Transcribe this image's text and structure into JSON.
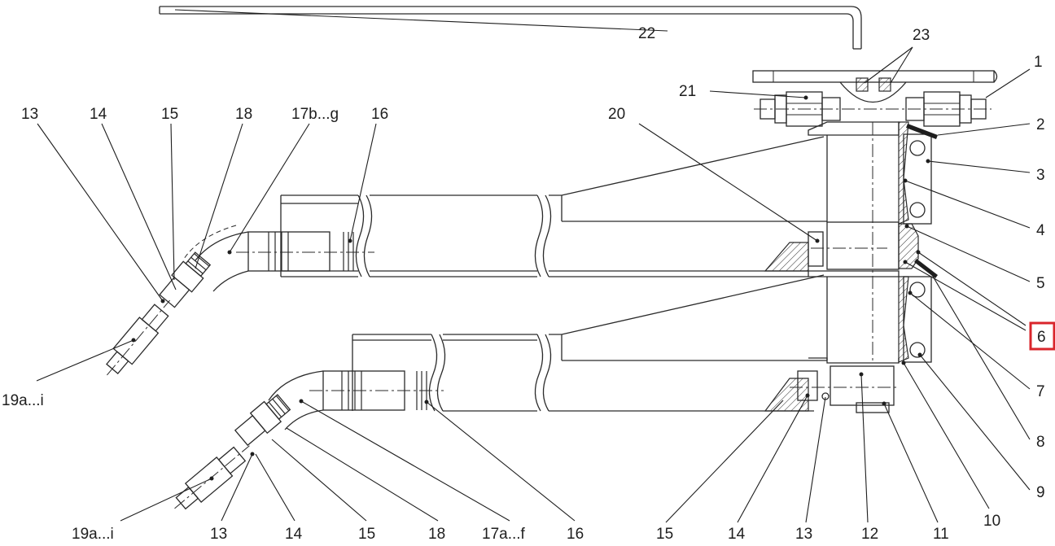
{
  "labels": {
    "n1": "1",
    "n2": "2",
    "n3": "3",
    "n4": "4",
    "n5": "5",
    "n6": "6",
    "n7": "7",
    "n8": "8",
    "n9": "9",
    "n10": "10",
    "n11": "11",
    "n12": "12",
    "n13_bottom": "13",
    "n14_bottom": "14",
    "n15_bottom": "15",
    "n16_bottom": "16",
    "n17a_f": "17a...f",
    "n18_bottom": "18",
    "n15_lower": "15",
    "n14_lower": "14",
    "n13_lower": "13",
    "n19a_i_lower": "19a...i",
    "n20": "20",
    "n21": "21",
    "n22": "22",
    "n23": "23",
    "n13_top": "13",
    "n14_top": "14",
    "n15_top": "15",
    "n18_top": "18",
    "n17b_g": "17b...g",
    "n16_top": "16",
    "n19a_i_upper": "19a...i"
  },
  "highlight": {
    "label": "6",
    "color": "#d9252b"
  },
  "colors": {
    "line": "#2a2a2a",
    "text": "#1e1e1e",
    "background": "#ffffff"
  }
}
